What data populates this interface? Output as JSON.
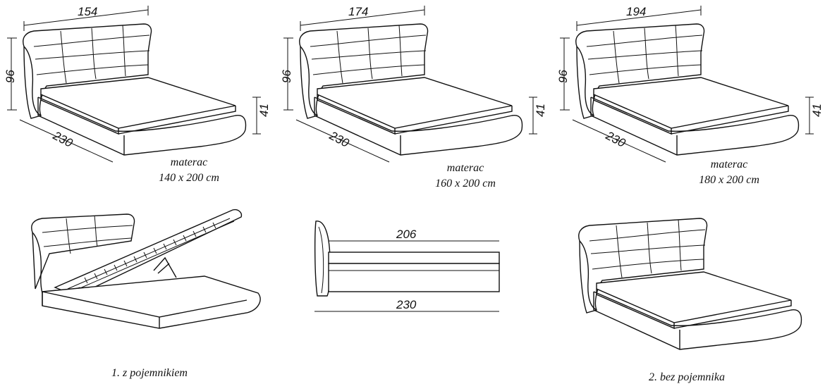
{
  "beds": [
    {
      "width": "154",
      "height": "96",
      "length": "230",
      "frame_height": "41",
      "mattress_label": "materac",
      "mattress_size": "140 x 200 cm"
    },
    {
      "width": "174",
      "height": "96",
      "length": "230",
      "frame_height": "41",
      "mattress_label": "materac",
      "mattress_size": "160 x 200 cm"
    },
    {
      "width": "194",
      "height": "96",
      "length": "230",
      "frame_height": "41",
      "mattress_label": "materac",
      "mattress_size": "180 x 200 cm"
    }
  ],
  "side_view": {
    "mattress_length": "206",
    "total_length": "230"
  },
  "variants": [
    {
      "caption": "1. z pojemnikiem"
    },
    {
      "caption": "2. bez pojemnika"
    }
  ]
}
